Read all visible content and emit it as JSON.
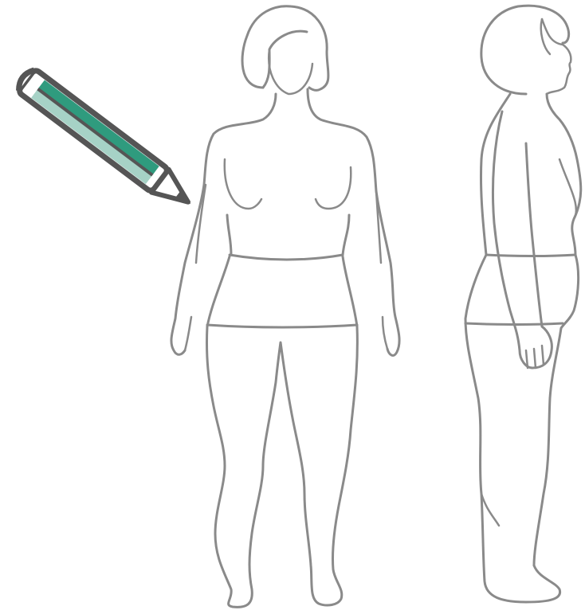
{
  "illustration": {
    "figures": [
      "front-view",
      "side-view"
    ],
    "tool_icon": "pencil-icon",
    "measurement_lines": [
      "waist-line",
      "hip-line"
    ]
  },
  "colors": {
    "outline": "#8a8a8a",
    "pencil_dark": "#2f9b7e",
    "pencil_light": "#a6d2c6",
    "pencil_border": "#555555",
    "pencil_tip": "#555555",
    "background": "#ffffff"
  }
}
